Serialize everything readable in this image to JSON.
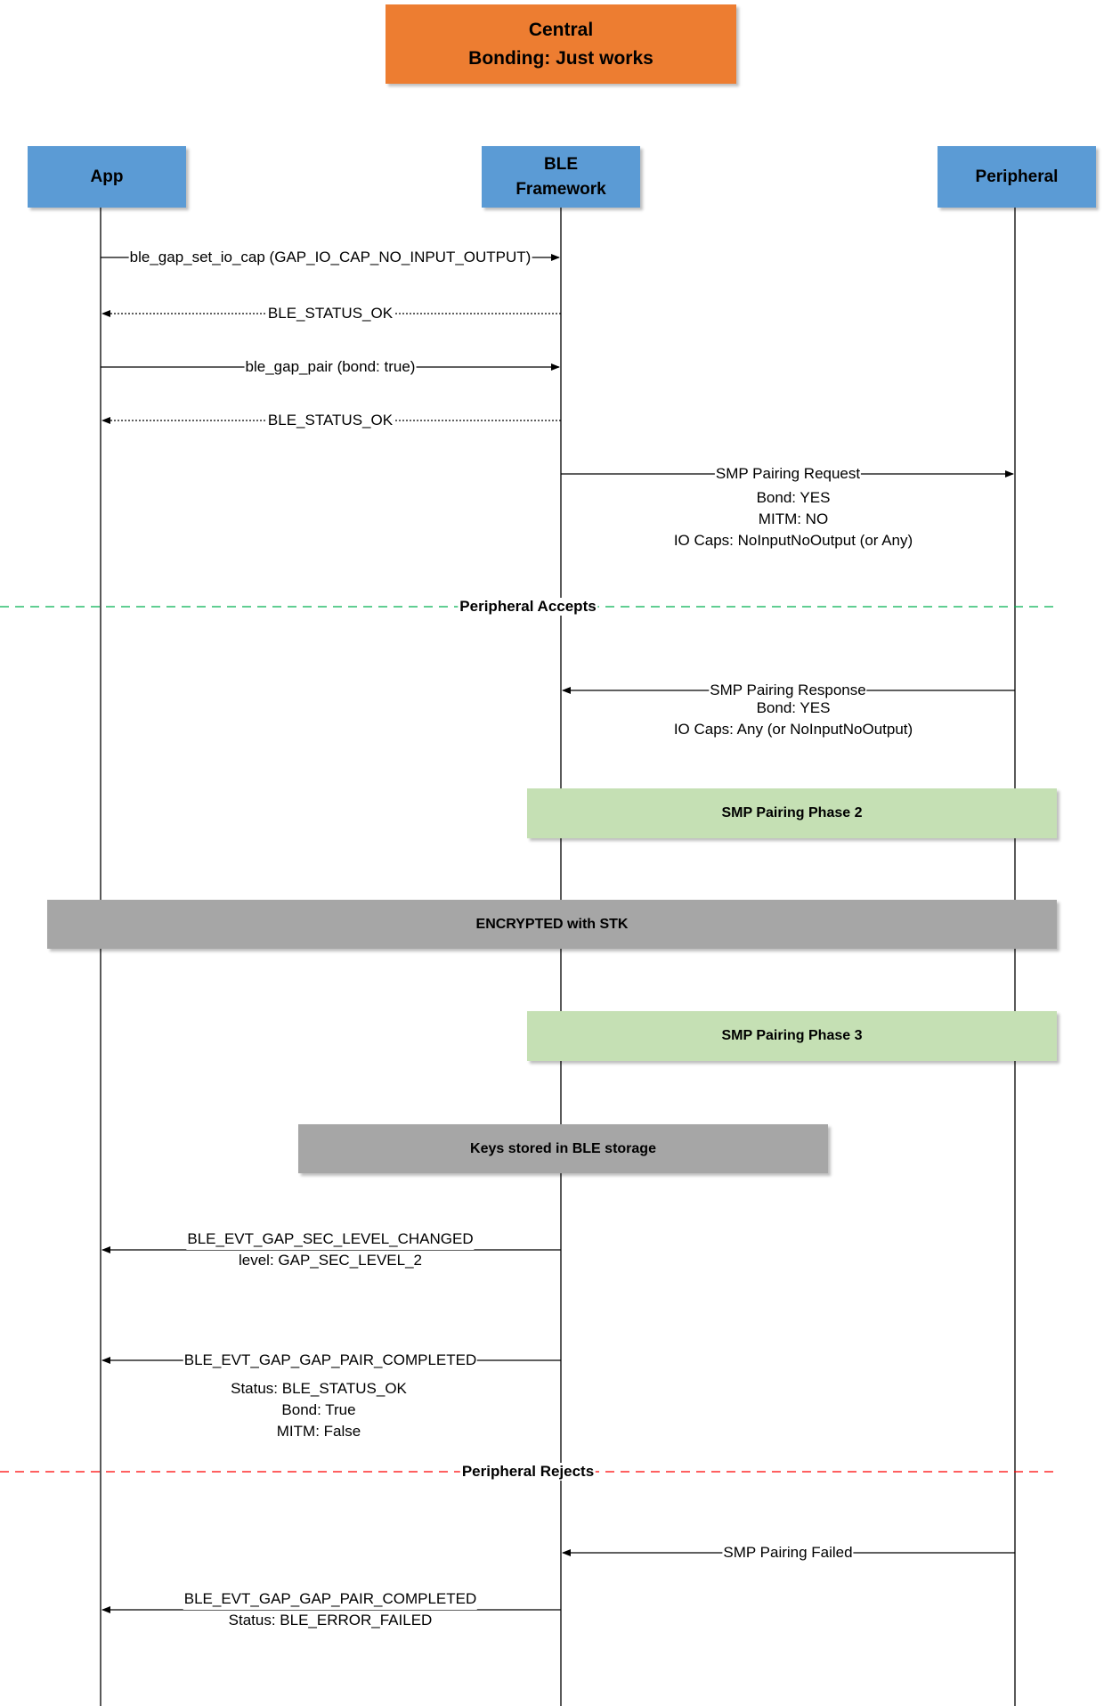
{
  "title": {
    "line1": "Central",
    "line2": "Bonding: Just works"
  },
  "actors": {
    "app": "App",
    "ble_line1": "BLE",
    "ble_line2": "Framework",
    "peripheral": "Peripheral"
  },
  "messages": {
    "m1": "ble_gap_set_io_cap (GAP_IO_CAP_NO_INPUT_OUTPUT)",
    "m2": "BLE_STATUS_OK",
    "m3": "ble_gap_pair (bond: true)",
    "m4": "BLE_STATUS_OK",
    "m5": "SMP Pairing Request",
    "m5_details": [
      "Bond: YES",
      "MITM: NO",
      "IO Caps: NoInputNoOutput (or Any)"
    ],
    "m6": "SMP Pairing Response",
    "m6_details": [
      "Bond: YES",
      "IO Caps: Any (or NoInputNoOutput)"
    ],
    "m7_line1": "BLE_EVT_GAP_SEC_LEVEL_CHANGED",
    "m7_line2": "level: GAP_SEC_LEVEL_2",
    "m8": "BLE_EVT_GAP_GAP_PAIR_COMPLETED",
    "m8_details": [
      "Status: BLE_STATUS_OK",
      "Bond: True",
      "MITM: False"
    ],
    "m9": "SMP Pairing Failed",
    "m10_line1": "BLE_EVT_GAP_GAP_PAIR_COMPLETED",
    "m10_line2": "Status: BLE_ERROR_FAILED"
  },
  "dividers": {
    "accepts": "Peripheral Accepts",
    "rejects": "Peripheral Rejects"
  },
  "blocks": {
    "phase2": "SMP Pairing Phase 2",
    "encrypted": "ENCRYPTED with STK",
    "phase3": "SMP Pairing Phase 3",
    "keys": "Keys stored in BLE storage"
  },
  "colors": {
    "title": "#ed7d31",
    "actor": "#5b9bd5",
    "phase": "#c5e0b4",
    "band": "#a6a6a6",
    "accepts_line": "#00b050",
    "rejects_line": "#ff0000"
  }
}
